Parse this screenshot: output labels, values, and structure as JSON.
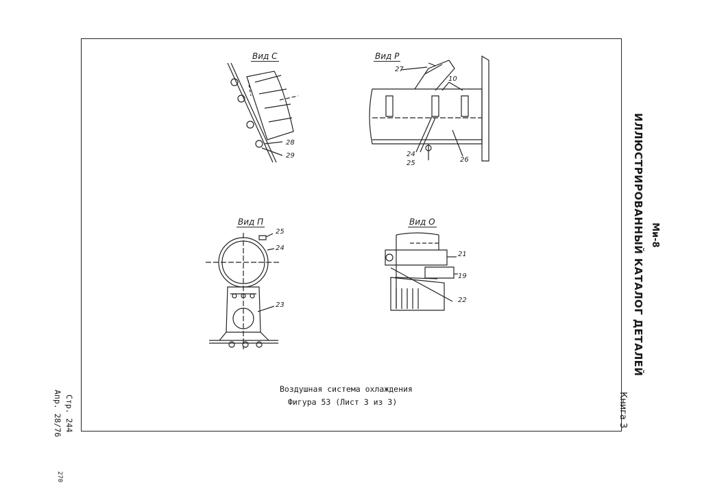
{
  "header": {
    "model": "Ми-8",
    "catalog_title": "ИЛЛЮСТРИРОВАННЫЙ КАТАЛОГ ДЕТАЛЕЙ",
    "book": "Книга 3"
  },
  "footer": {
    "page": "Стр. 244",
    "date": "Апр. 28/76",
    "sheet_number": "270"
  },
  "caption": {
    "line1": "Воздушная система охлаждения",
    "line2": "Фигура 53 (Лист 3 из 3)"
  },
  "views": {
    "c": {
      "title": "Вид С",
      "callouts": [
        "28",
        "29"
      ]
    },
    "r": {
      "title": "Вид Р",
      "callouts": [
        "27",
        "10",
        "24",
        "25",
        "26"
      ]
    },
    "p": {
      "title": "Вид П",
      "callouts": [
        "25",
        "24",
        "23"
      ]
    },
    "o": {
      "title": "Вид О",
      "callouts": [
        "21",
        "19",
        "22"
      ]
    }
  }
}
